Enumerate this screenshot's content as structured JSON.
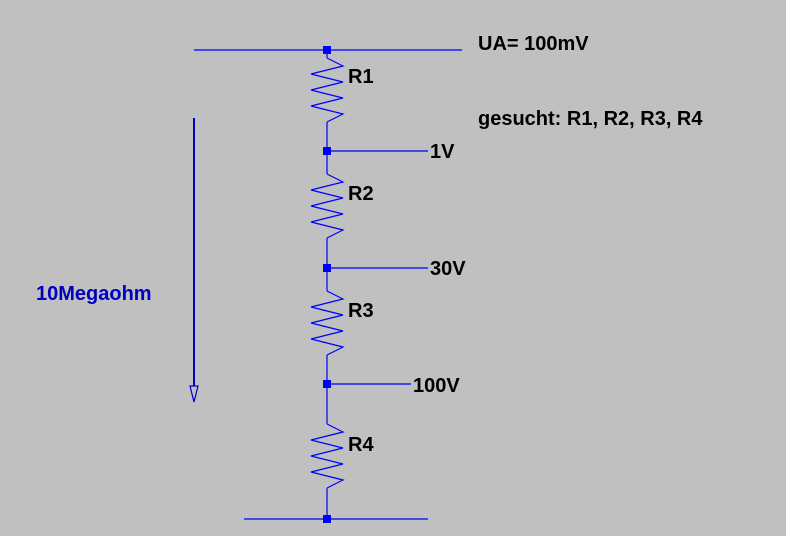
{
  "header": {
    "ua_label": "UA= 100mV",
    "task_label": "gesucht: R1, R2, R3, R4"
  },
  "resistors": [
    {
      "name": "R1"
    },
    {
      "name": "R2"
    },
    {
      "name": "R3"
    },
    {
      "name": "R4"
    }
  ],
  "taps": [
    {
      "label": "1V"
    },
    {
      "label": "30V"
    },
    {
      "label": "100V"
    }
  ],
  "total": {
    "label": "10Megaohm"
  },
  "colors": {
    "background": "#c0c0c0",
    "wire": "#0000ff",
    "total_label": "#0000c0",
    "text": "#000000"
  }
}
